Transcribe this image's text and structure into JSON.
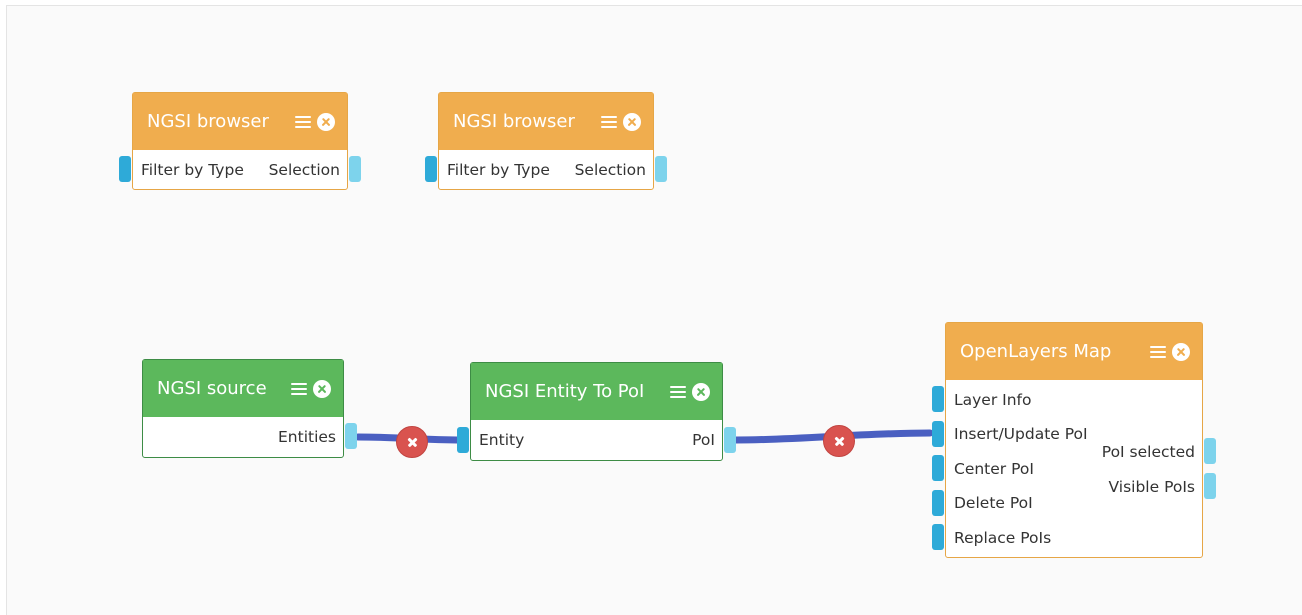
{
  "operators": {
    "ngsi_browser_1": {
      "title": "NGSI browser",
      "inputs": [
        "Filter by Type"
      ],
      "outputs": [
        "Selection"
      ]
    },
    "ngsi_browser_2": {
      "title": "NGSI browser",
      "inputs": [
        "Filter by Type"
      ],
      "outputs": [
        "Selection"
      ]
    },
    "ngsi_source": {
      "title": "NGSI source",
      "inputs": [],
      "outputs": [
        "Entities"
      ]
    },
    "ngsi_entity_to_poi": {
      "title": "NGSI Entity To PoI",
      "inputs": [
        "Entity"
      ],
      "outputs": [
        "PoI"
      ]
    },
    "openlayers_map": {
      "title": "OpenLayers Map",
      "inputs": [
        "Layer Info",
        "Insert/Update PoI",
        "Center PoI",
        "Delete PoI",
        "Replace PoIs"
      ],
      "outputs": [
        "PoI selected",
        "Visible PoIs"
      ]
    }
  },
  "connections": [
    {
      "from": "NGSI source: Entities",
      "to": "NGSI Entity To PoI: Entity"
    },
    {
      "from": "NGSI Entity To PoI: PoI",
      "to": "OpenLayers Map: Insert/Update PoI"
    }
  ],
  "colors": {
    "widget_header": "#f0ad4e",
    "operator_header": "#5cb85c",
    "wire": "#4a5fc1",
    "wire_delete": "#d9534f",
    "input_anchor": "#2eaad8",
    "output_anchor": "#7dd3ec"
  }
}
